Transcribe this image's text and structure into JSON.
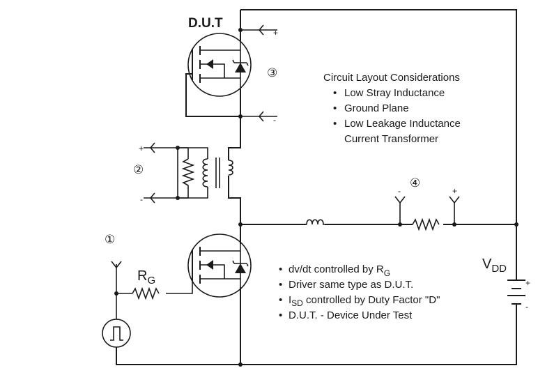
{
  "dut_label": "D.U.T",
  "circuit_layout": {
    "heading": "Circuit Layout Considerations",
    "items": [
      "Low Stray Inductance",
      "Ground Plane",
      "Low Leakage Inductance",
      "Current Transformer"
    ]
  },
  "notes": {
    "item1": "dv/dt controlled by R",
    "item1_sub": "G",
    "item2": "Driver same type as D.U.T.",
    "item3_prefix": "I",
    "item3_sub": "SD",
    "item3_rest": " controlled by Duty Factor \"D\"",
    "item4": "D.U.T. - Device Under Test"
  },
  "labels": {
    "rg_main": "R",
    "rg_sub": "G",
    "vdd_main": "V",
    "vdd_sub": "DD",
    "plus": "+",
    "minus": "-",
    "marker_1": "①",
    "marker_2": "②",
    "marker_3": "③",
    "marker_4": "④"
  }
}
